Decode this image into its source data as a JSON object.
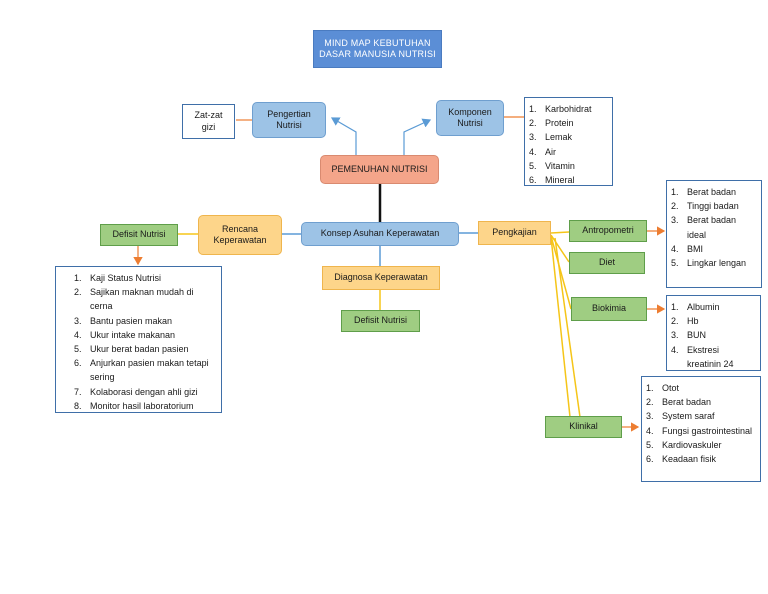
{
  "title": {
    "line1": "MIND MAP KEBUTUHAN",
    "line2": "DASAR MANUSIA NUTRISI"
  },
  "center": "PEMENUHAN NUTRISI",
  "pengertian": {
    "label": "Pengertian Nutrisi",
    "child": "Zat-zat gizi"
  },
  "komponen": {
    "label": "Komponen Nutrisi",
    "items": [
      "Karbohidrat",
      "Protein",
      "Lemak",
      "Air",
      "Vitamin",
      "Mineral"
    ]
  },
  "konsep": "Konsep Asuhan Keperawatan",
  "rencana": {
    "label": "Rencana Keperawatan",
    "child": "Defisit Nutrisi",
    "items": [
      "Kaji Status Nutrisi",
      "Sajikan maknan mudah di cerna",
      "Bantu pasien makan",
      "Ukur intake makanan",
      "Ukur berat badan  pasien",
      "Anjurkan pasien makan tetapi sering",
      "Kolaborasi dengan ahli gizi",
      "Monitor hasil laboratorium"
    ]
  },
  "diagnosa": {
    "label": "Diagnosa Keperawatan",
    "child": "Defisit Nutrisi"
  },
  "pengkajian": {
    "label": "Pengkajian",
    "antropometri": {
      "label": "Antropometri",
      "items": [
        "Berat badan",
        "Tinggi badan",
        "Berat badan ideal",
        "BMI",
        "Lingkar lengan"
      ]
    },
    "diet": {
      "label": "Diet"
    },
    "biokimia": {
      "label": "Biokimia",
      "items": [
        "Albumin",
        "Hb",
        "BUN",
        "Ekstresi kreatinin 24"
      ]
    },
    "klinikal": {
      "label": "Klinikal",
      "items": [
        "Otot",
        "Berat badan",
        "System saraf",
        "Fungsi gastrointestinal",
        "Kardiovaskuler",
        "Keadaan fisik"
      ]
    }
  },
  "colors": {
    "title": "#5b8ed6",
    "blue": "#9dc3e6",
    "salmon": "#f4a58a",
    "orange": "#fdd58a",
    "green": "#9fcd82",
    "arrow_orange": "#ed7d31",
    "connector_blue": "#5b9bd5",
    "connector_yellow": "#f5c518"
  }
}
